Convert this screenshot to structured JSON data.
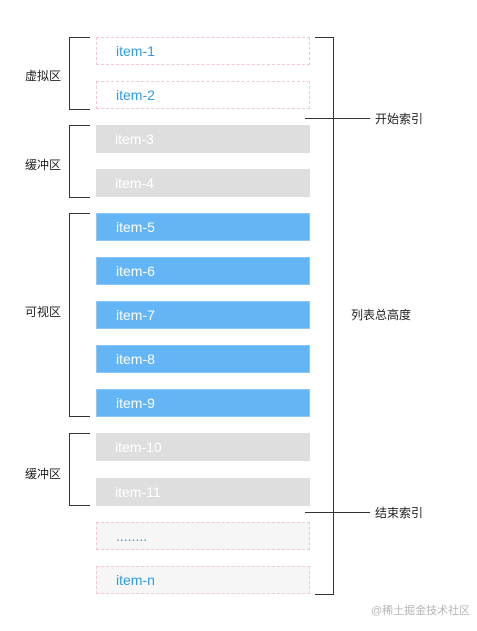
{
  "items": [
    {
      "label": "item-1",
      "kind": "virtual"
    },
    {
      "label": "item-2",
      "kind": "virtual"
    },
    {
      "label": "item-3",
      "kind": "buffer"
    },
    {
      "label": "item-4",
      "kind": "buffer"
    },
    {
      "label": "item-5",
      "kind": "visible"
    },
    {
      "label": "item-6",
      "kind": "visible"
    },
    {
      "label": "item-7",
      "kind": "visible"
    },
    {
      "label": "item-8",
      "kind": "visible"
    },
    {
      "label": "item-9",
      "kind": "visible"
    },
    {
      "label": "item-10",
      "kind": "buffer"
    },
    {
      "label": "item-11",
      "kind": "buffer"
    },
    {
      "label": "........",
      "kind": "tail"
    },
    {
      "label": "item-n",
      "kind": "tail"
    }
  ],
  "zones": {
    "virtual": "虚拟区",
    "buffer_top": "缓冲区",
    "visible": "可视区",
    "buffer_bottom": "缓冲区"
  },
  "annotations": {
    "start_index": "开始索引",
    "end_index": "结束索引",
    "total_height": "列表总高度"
  },
  "watermark": "@稀土掘金技术社区",
  "colors": {
    "virtual_border": "#f4c6d3",
    "virtual_text": "#2f9be0",
    "buffer_fill": "#dedede",
    "visible_fill": "#64b5f6"
  }
}
